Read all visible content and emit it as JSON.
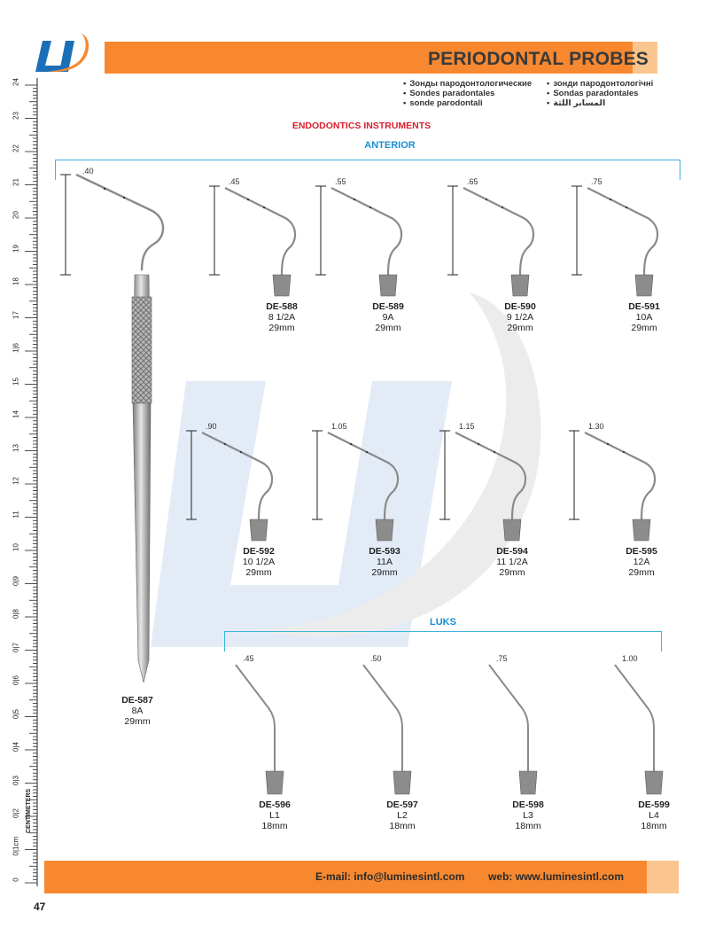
{
  "logo": {
    "text": "LI",
    "brand_blue": "#1b6fb8",
    "brand_orange": "#f7882f"
  },
  "header": {
    "title": "PERIODONTAL PROBES",
    "bar_color": "#f7882f",
    "languages": [
      "Зонды пародонтологические",
      "Sondes paradontales",
      "sonde parodontali",
      "зонди пародонтологічні",
      "Sondas paradontales",
      "المسابر اللثة"
    ]
  },
  "section_title": "ENDODONTICS INSTRUMENTS",
  "groups": {
    "anterior": "ANTERIOR",
    "luks": "LUKS"
  },
  "featured": {
    "code": "DE-587",
    "size": "8A",
    "length": "29mm",
    "tip": ".40"
  },
  "row1": [
    {
      "code": "DE-588",
      "size": "8 1/2A",
      "length": "29mm",
      "tip": ".45"
    },
    {
      "code": "DE-589",
      "size": "9A",
      "length": "29mm",
      "tip": ".55"
    },
    {
      "code": "DE-590",
      "size": "9 1/2A",
      "length": "29mm",
      "tip": ".65"
    },
    {
      "code": "DE-591",
      "size": "10A",
      "length": "29mm",
      "tip": ".75"
    }
  ],
  "row2": [
    {
      "code": "DE-592",
      "size": "10 1/2A",
      "length": "29mm",
      "tip": ".90"
    },
    {
      "code": "DE-593",
      "size": "11A",
      "length": "29mm",
      "tip": "1.05"
    },
    {
      "code": "DE-594",
      "size": "11  1/2A",
      "length": "29mm",
      "tip": "1.15"
    },
    {
      "code": "DE-595",
      "size": "12A",
      "length": "29mm",
      "tip": "1.30"
    }
  ],
  "row3": [
    {
      "code": "DE-596",
      "size": "L1",
      "length": "18mm",
      "tip": ".45"
    },
    {
      "code": "DE-597",
      "size": "L2",
      "length": "18mm",
      "tip": ".50"
    },
    {
      "code": "DE-598",
      "size": "L3",
      "length": "18mm",
      "tip": ".75"
    },
    {
      "code": "DE-599",
      "size": "L4",
      "length": "18mm",
      "tip": "1.00"
    }
  ],
  "ruler": {
    "unit": "CENTIMETERS",
    "labels": [
      "0",
      "0|1cm",
      "0|2",
      "0|3",
      "0|4",
      "0|5",
      "0|6",
      "0|7",
      "0|8",
      "0|9",
      "10",
      "11",
      "12",
      "13",
      "14",
      "15",
      "1|6",
      "17",
      "18",
      "19",
      "20",
      "21",
      "22",
      "23",
      "24"
    ]
  },
  "footer": {
    "email_label": "E-mail: info@luminesintl.com",
    "web_label": "web: www.luminesintl.com"
  },
  "page_number": "47"
}
